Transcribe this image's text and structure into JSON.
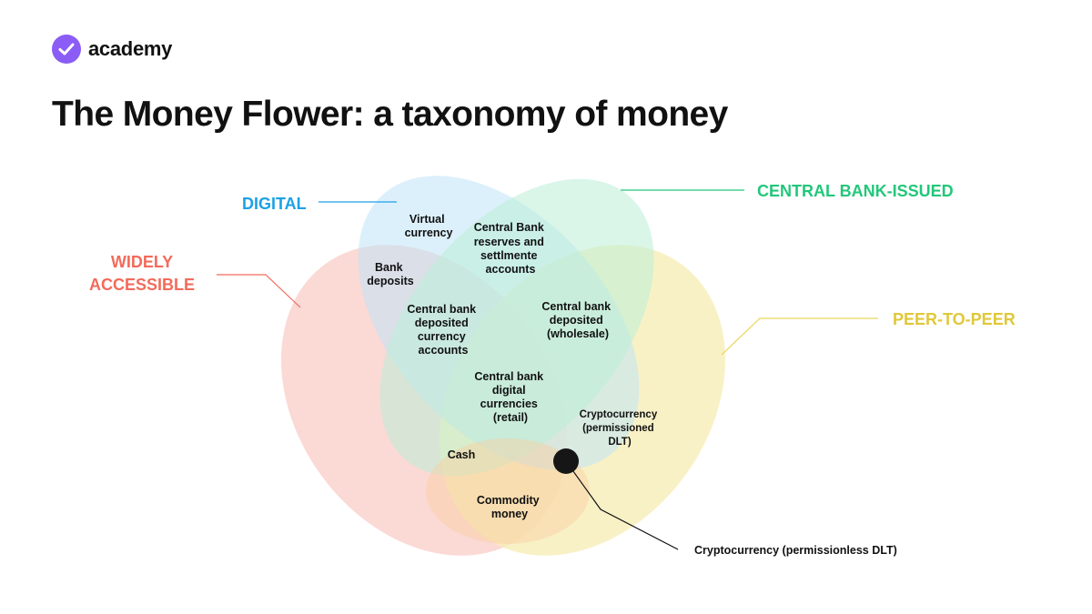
{
  "brand": {
    "name": "academy",
    "icon": "check-icon",
    "color": "#8B5CF6"
  },
  "title": "The Money Flower: a taxonomy of money",
  "categories": {
    "digital": {
      "label": "DIGITAL",
      "color": "#1DA1E6",
      "fill": "#BFE3F7"
    },
    "central_bank": {
      "label": "CENTRAL BANK-ISSUED",
      "color": "#22C77A",
      "fill": "#BCEFD7"
    },
    "widely_accessible": {
      "label_line1": "WIDELY",
      "label_line2": "ACCESSIBLE",
      "color": "#F26B5B",
      "fill": "#FAD0CA"
    },
    "peer_to_peer": {
      "label": "PEER-TO-PEER",
      "color": "#EBD55A",
      "fill": "#F8EDB8"
    }
  },
  "regions": {
    "virtual_currency": [
      "Virtual",
      "currency"
    ],
    "cb_reserves": [
      "Central Bank",
      "reserves and",
      "settlmente",
      "accounts"
    ],
    "bank_deposits": [
      "Bank",
      "deposits"
    ],
    "cb_deposited_accounts": [
      "Central bank",
      "deposited",
      "currency",
      "accounts"
    ],
    "cb_deposited_wholesale": [
      "Central bank",
      "deposited",
      "(wholesale)"
    ],
    "cbdc_retail": [
      "Central bank",
      "digital",
      "currencies",
      "(retail)"
    ],
    "crypto_permissioned": [
      "Cryptocurrency",
      "(permissioned",
      "DLT)"
    ],
    "cash": [
      "Cash"
    ],
    "commodity_money": [
      "Commodity",
      "money"
    ]
  },
  "callout": {
    "label": "Cryptocurrency (permissionless DLT)"
  }
}
